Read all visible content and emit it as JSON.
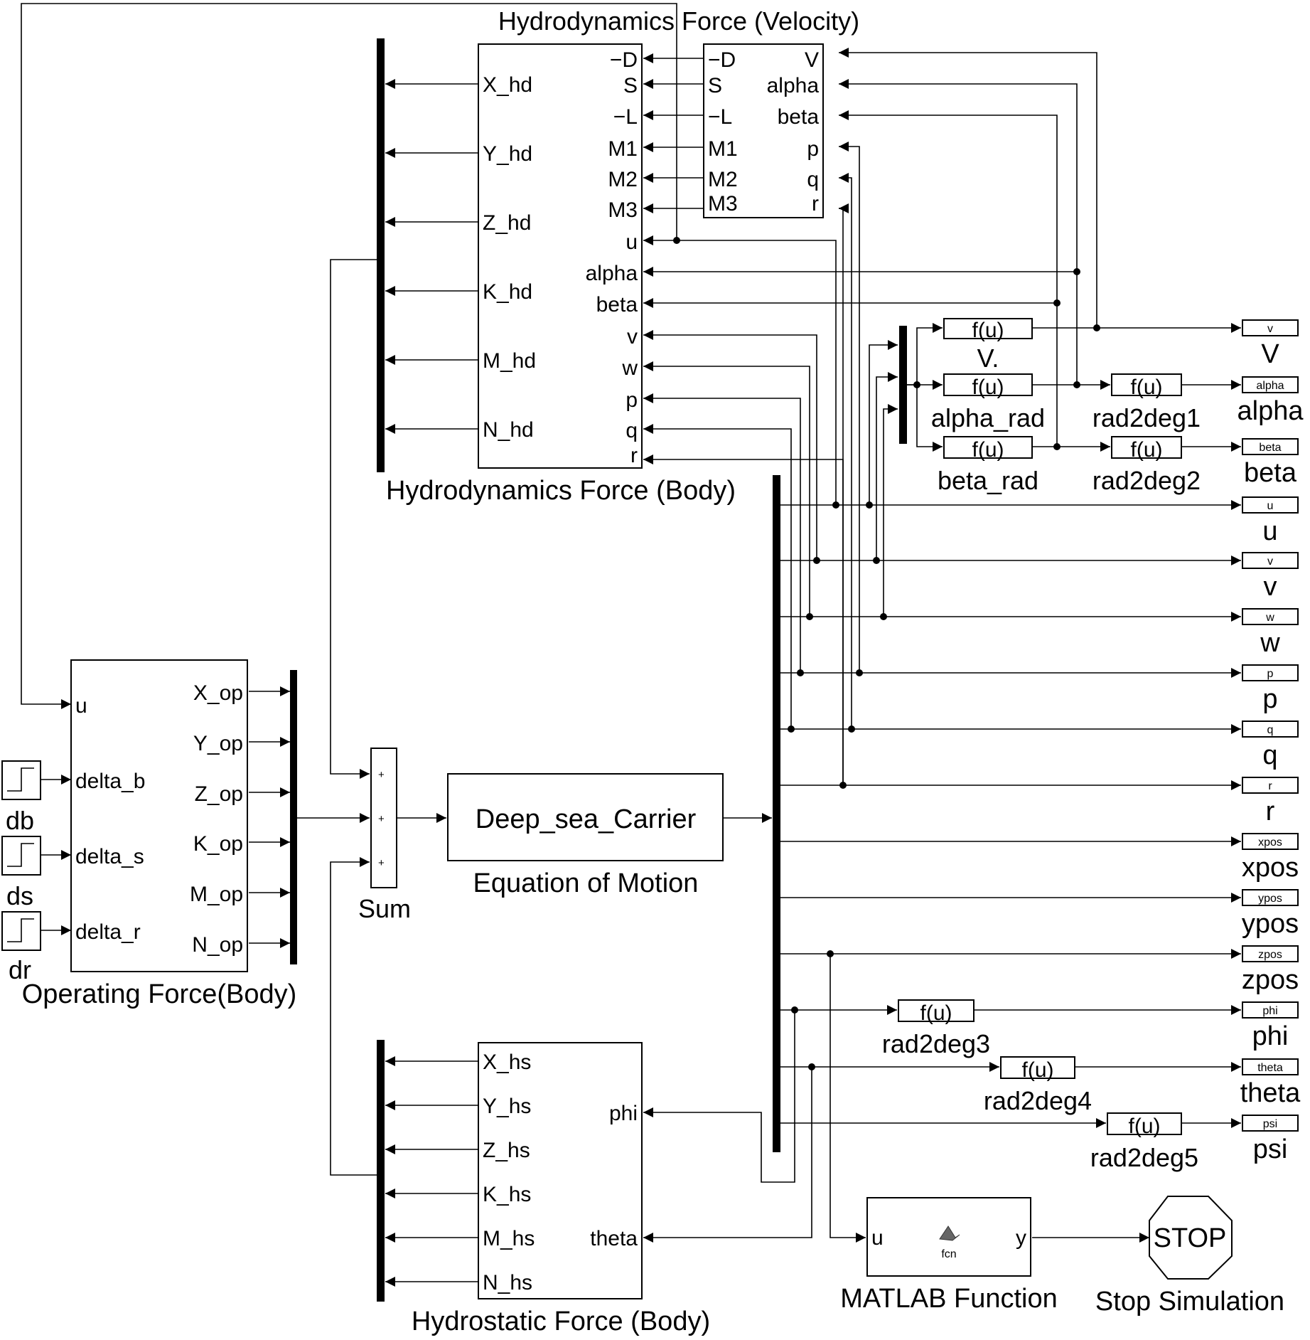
{
  "blocks": {
    "hd_vel": {
      "label": "Hydrodynamics Force (Velocity)",
      "inputs": [
        "V",
        "alpha",
        "beta",
        "p",
        "q",
        "r"
      ],
      "outputs": [
        "−D",
        "S",
        "−L",
        "M1",
        "M2",
        "M3"
      ]
    },
    "hd_body": {
      "label": "Hydrodynamics Force (Body)",
      "inputs": [
        "−D",
        "S",
        "−L",
        "M1",
        "M2",
        "M3",
        "u",
        "alpha",
        "beta",
        "v",
        "w",
        "p",
        "q",
        "r"
      ],
      "outputs": [
        "X_hd",
        "Y_hd",
        "Z_hd",
        "K_hd",
        "M_hd",
        "N_hd"
      ]
    },
    "op": {
      "label": "Operating Force(Body)",
      "inputs": [
        "u",
        "delta_b",
        "delta_s",
        "delta_r"
      ],
      "outputs": [
        "X_op",
        "Y_op",
        "Z_op",
        "K_op",
        "M_op",
        "N_op"
      ]
    },
    "steps": [
      {
        "label": "db"
      },
      {
        "label": "ds"
      },
      {
        "label": "dr"
      }
    ],
    "sum": {
      "label": "Sum",
      "signs": [
        "+",
        "+",
        "+"
      ]
    },
    "eom": {
      "title": "Deep_sea_Carrier",
      "label": "Equation of Motion"
    },
    "hs": {
      "label": "Hydrostatic Force (Body)",
      "inputs": [
        "phi",
        "theta"
      ],
      "outputs": [
        "X_hs",
        "Y_hs",
        "Z_hs",
        "K_hs",
        "M_hs",
        "N_hs"
      ]
    },
    "fcn_blocks": [
      {
        "text": "f(u)",
        "label": "V."
      },
      {
        "text": "f(u)",
        "label": "alpha_rad"
      },
      {
        "text": "f(u)",
        "label": "beta_rad"
      },
      {
        "text": "f(u)",
        "label": "rad2deg1"
      },
      {
        "text": "f(u)",
        "label": "rad2deg2"
      },
      {
        "text": "f(u)",
        "label": "rad2deg3"
      },
      {
        "text": "f(u)",
        "label": "rad2deg4"
      },
      {
        "text": "f(u)",
        "label": "rad2deg5"
      }
    ],
    "matlab": {
      "in": "u",
      "out": "y",
      "icon_text": "fcn",
      "label": "MATLAB Function"
    },
    "stop": {
      "text": "STOP",
      "label": "Stop Simulation"
    }
  },
  "sinks": [
    {
      "name": "v",
      "label": "V"
    },
    {
      "name": "alpha",
      "label": "alpha"
    },
    {
      "name": "beta",
      "label": "beta"
    },
    {
      "name": "u",
      "label": "u"
    },
    {
      "name": "v",
      "label": "v"
    },
    {
      "name": "w",
      "label": "w"
    },
    {
      "name": "p",
      "label": "p"
    },
    {
      "name": "q",
      "label": "q"
    },
    {
      "name": "r",
      "label": "r"
    },
    {
      "name": "xpos",
      "label": "xpos"
    },
    {
      "name": "ypos",
      "label": "ypos"
    },
    {
      "name": "zpos",
      "label": "zpos"
    },
    {
      "name": "phi",
      "label": "phi"
    },
    {
      "name": "theta",
      "label": "theta"
    },
    {
      "name": "psi",
      "label": "psi"
    }
  ]
}
